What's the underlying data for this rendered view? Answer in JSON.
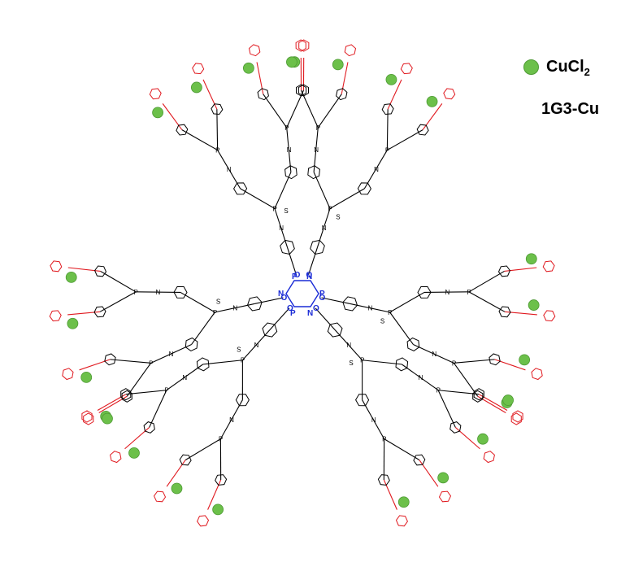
{
  "legend": {
    "metal_label": "CuCl",
    "metal_subscript": "2",
    "compound_name": "1G3-Cu"
  },
  "core": {
    "atoms": [
      "P",
      "N",
      "P",
      "N",
      "P",
      "N"
    ],
    "oxygen_label": "O"
  },
  "branch_atoms": {
    "phosphorus": "P",
    "sulfur": "S",
    "nitrogen": "N",
    "oxygen": "O"
  },
  "colors": {
    "core": "#1a2bd6",
    "bonds": "#000000",
    "pyridine": "#e0191f",
    "copper": "#6cc04a"
  },
  "icons": {
    "copper": "green-sphere-icon",
    "pyridine": "pyridine-ring-icon"
  }
}
